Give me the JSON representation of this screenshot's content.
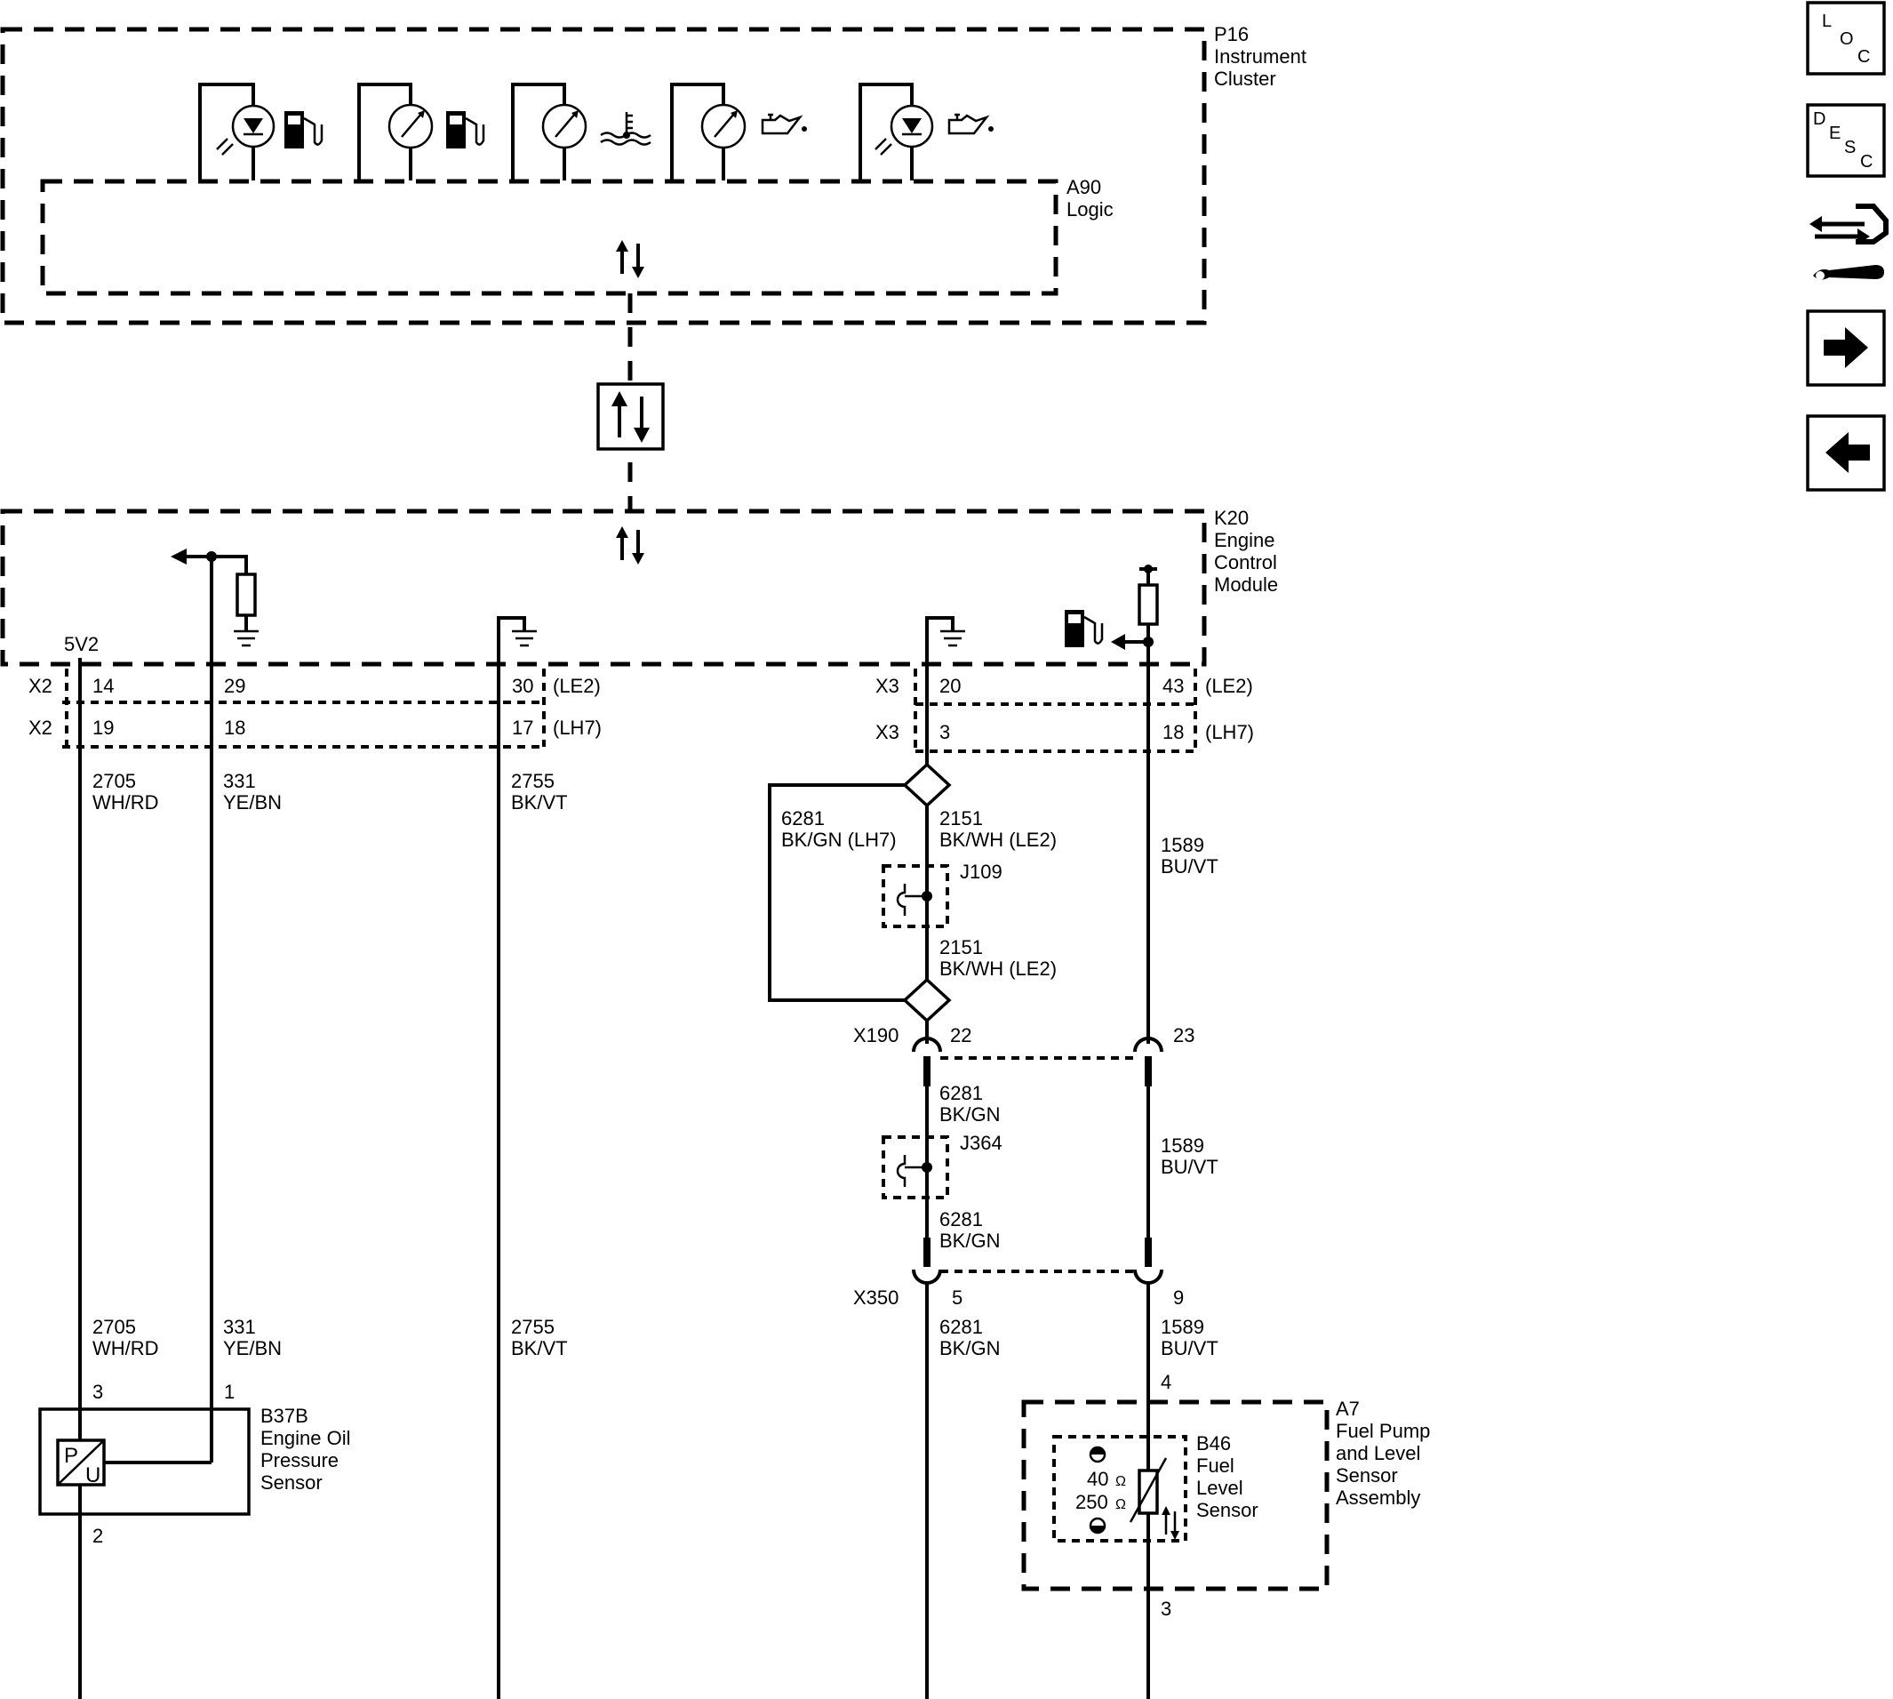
{
  "modules": {
    "p16": {
      "id": "P16",
      "name_lines": [
        "Instrument",
        "Cluster"
      ]
    },
    "a90": {
      "id": "A90",
      "name_lines": [
        "Logic"
      ]
    },
    "k20": {
      "id": "K20",
      "name_lines": [
        "Engine",
        "Control",
        "Module"
      ]
    },
    "b37b": {
      "id": "B37B",
      "name_lines": [
        "Engine Oil",
        "Pressure",
        "Sensor"
      ]
    },
    "a7": {
      "id": "A7",
      "name_lines": [
        "Fuel Pump",
        "and Level",
        "Sensor",
        "Assembly"
      ]
    },
    "b46": {
      "id": "B46",
      "name_lines": [
        "Fuel",
        "Level",
        "Sensor"
      ]
    }
  },
  "ecm_labels": {
    "ref_voltage": "5V2"
  },
  "connectors": {
    "x2_row1": {
      "name": "X2",
      "pins": [
        "14",
        "29",
        "30"
      ],
      "variant": "(LE2)"
    },
    "x2_row2": {
      "name": "X2",
      "pins": [
        "19",
        "18",
        "17"
      ],
      "variant": "(LH7)"
    },
    "x3_row1": {
      "name": "X3",
      "pins": [
        "20",
        "43"
      ],
      "variant": "(LE2)"
    },
    "x3_row2": {
      "name": "X3",
      "pins": [
        "3",
        "18"
      ],
      "variant": "(LH7)"
    },
    "x190": {
      "name": "X190",
      "pins": [
        "22",
        "23"
      ]
    },
    "x350": {
      "name": "X350",
      "pins": [
        "5",
        "9"
      ]
    }
  },
  "splices": {
    "j109": "J109",
    "j364": "J364"
  },
  "wires": {
    "w2705_top": [
      "2705",
      "WH/RD"
    ],
    "w331_top": [
      "331",
      "YE/BN"
    ],
    "w2755_top": [
      "2755",
      "BK/VT"
    ],
    "w6281_lh7": [
      "6281",
      "BK/GN (LH7)"
    ],
    "w2151_a": [
      "2151",
      "BK/WH (LE2)"
    ],
    "w2151_b": [
      "2151",
      "BK/WH (LE2)"
    ],
    "w1589_a": [
      "1589",
      "BU/VT"
    ],
    "w6281_a": [
      "6281",
      "BK/GN"
    ],
    "w6281_b": [
      "6281",
      "BK/GN"
    ],
    "w1589_b": [
      "1589",
      "BU/VT"
    ],
    "w2705_bot": [
      "2705",
      "WH/RD"
    ],
    "w331_bot": [
      "331",
      "YE/BN"
    ],
    "w2755_bot": [
      "2755",
      "BK/VT"
    ],
    "w6281_c": [
      "6281",
      "BK/GN"
    ],
    "w1589_c": [
      "1589",
      "BU/VT"
    ]
  },
  "component_pins": {
    "b37b_p3": "3",
    "b37b_p1": "1",
    "b37b_p2": "2",
    "a7_p4": "4",
    "a7_p3": "3"
  },
  "sensor_glyph": {
    "p": "P",
    "u": "U"
  },
  "fuel_level": {
    "r1": "40",
    "r2": "250",
    "unit": "Ω"
  },
  "nav": {
    "loc": [
      "L",
      "O",
      "C"
    ],
    "desc": [
      "D",
      "E",
      "S",
      "C"
    ]
  },
  "icons": [
    "led-indicator-icon",
    "fuel-pump-icon",
    "gauge-icon",
    "coolant-temp-icon",
    "oil-can-icon",
    "ground-icon",
    "resistor-icon",
    "serial-data-icon",
    "splice-icon",
    "diamond-splice-icon",
    "connector-icon",
    "arrow-right-icon",
    "arrow-left-icon",
    "component-icon"
  ]
}
